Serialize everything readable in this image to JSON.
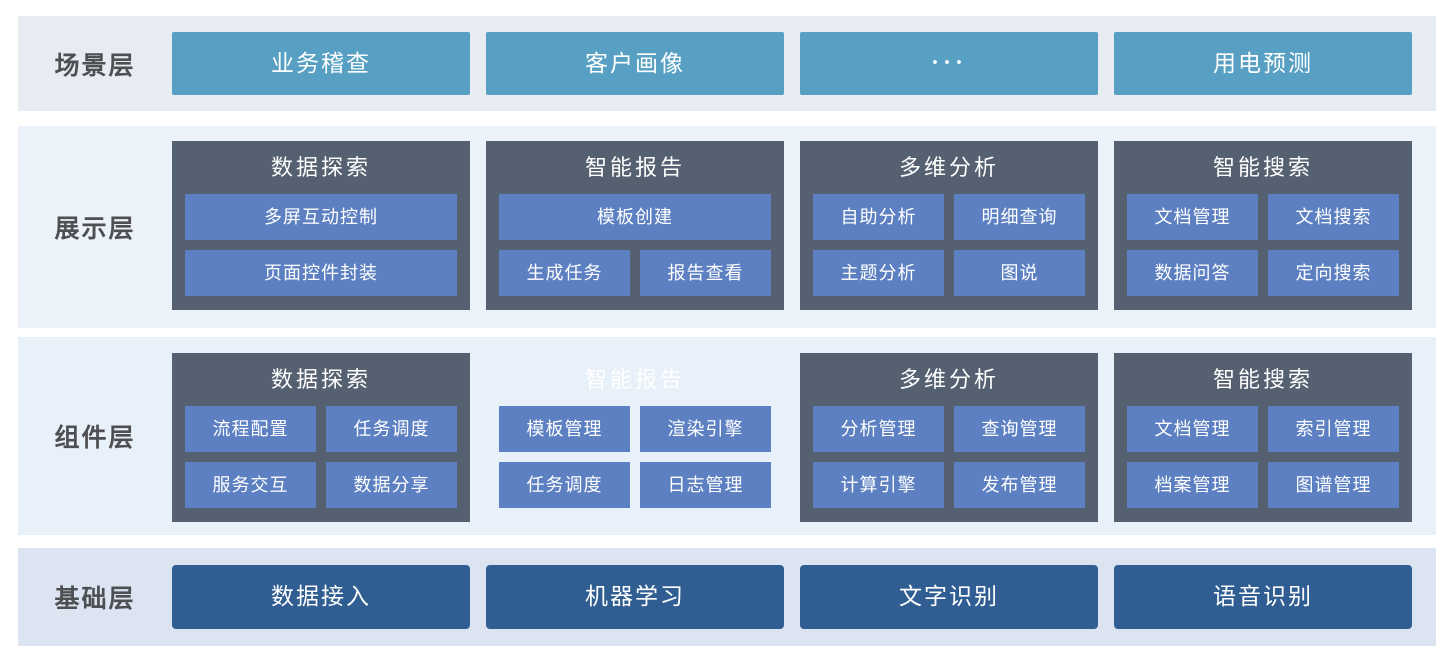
{
  "colors": {
    "scene_box": "#57a0c3",
    "group_container": "#556070",
    "sub_box": "#5d80c2",
    "foundation_box": "#305e92",
    "band_scene_bg": "#e7ebf2",
    "band_display_bg": "#ebf2f9",
    "band_component_bg": "#e8f1f9",
    "band_foundation_bg": "#dbe4f0",
    "label_text": "#4d4f52"
  },
  "layers": [
    {
      "label": "场景层",
      "boxes": [
        "业务稽查",
        "客户画像",
        "···",
        "用电预测"
      ]
    },
    {
      "label": "展示层",
      "groups": [
        {
          "title": "数据探索",
          "items": [
            "多屏互动控制",
            "页面控件封装"
          ]
        },
        {
          "title": "智能报告",
          "items": [
            "模板创建",
            "生成任务",
            "报告查看"
          ]
        },
        {
          "title": "多维分析",
          "items": [
            "自助分析",
            "明细查询",
            "主题分析",
            "图说"
          ]
        },
        {
          "title": "智能搜索",
          "items": [
            "文档管理",
            "文档搜索",
            "数据问答",
            "定向搜索"
          ]
        }
      ]
    },
    {
      "label": "组件层",
      "groups": [
        {
          "title": "数据探索",
          "items": [
            "流程配置",
            "任务调度",
            "服务交互",
            "数据分享"
          ]
        },
        {
          "title": "智能报告",
          "items": [
            "模板管理",
            "渲染引擎",
            "任务调度",
            "日志管理"
          ]
        },
        {
          "title": "多维分析",
          "items": [
            "分析管理",
            "查询管理",
            "计算引擎",
            "发布管理"
          ]
        },
        {
          "title": "智能搜索",
          "items": [
            "文档管理",
            "索引管理",
            "档案管理",
            "图谱管理"
          ]
        }
      ]
    },
    {
      "label": "基础层",
      "boxes": [
        "数据接入",
        "机器学习",
        "文字识别",
        "语音识别"
      ]
    }
  ]
}
